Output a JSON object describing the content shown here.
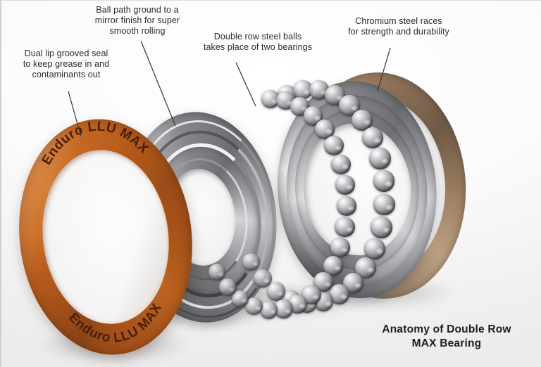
{
  "image": {
    "kind": "exploded-technical-diagram",
    "subject": "Double row MAX sealed cartridge bearing",
    "background_color": "#f4f4f5"
  },
  "title": {
    "text": "Anatomy of Double Row\nMAX Bearing",
    "color": "#1d1d1d"
  },
  "annotations": [
    {
      "id": "seal",
      "text": "Dual lip grooved seal\nto keep grease in and\ncontaminants out",
      "points_to": "orange-seal-ring"
    },
    {
      "id": "ball-path",
      "text": "Ball path ground to a\nmirror finish for super\nsmooth rolling",
      "points_to": "inner-race-groove"
    },
    {
      "id": "double-row",
      "text": "Double row steel balls\ntakes place of two bearings",
      "points_to": "ball-row-upper"
    },
    {
      "id": "races",
      "text": "Chromium steel races\nfor strength and durability",
      "points_to": "outer-race-ring"
    }
  ],
  "parts": {
    "seal_ring": {
      "name": "Dual lip grooved seal",
      "color": "#bb5f1d",
      "engraving_top": "Enduro LLU MAX",
      "engraving_bottom": "Enduro LLU MAX",
      "engraving_color": "#4a1f08"
    },
    "inner_race": {
      "name": "Grooved inner race with mirror-finish ball path",
      "color": "#b9babd",
      "groove_count": 4
    },
    "ball_cage": {
      "name": "Double row steel balls",
      "color": "#a9aaae",
      "rows": 2,
      "balls_per_row": 21
    },
    "outer_race": {
      "name": "Chromium steel race",
      "color": "#c9cacc",
      "inner_band_color": "#a98a6a"
    }
  }
}
